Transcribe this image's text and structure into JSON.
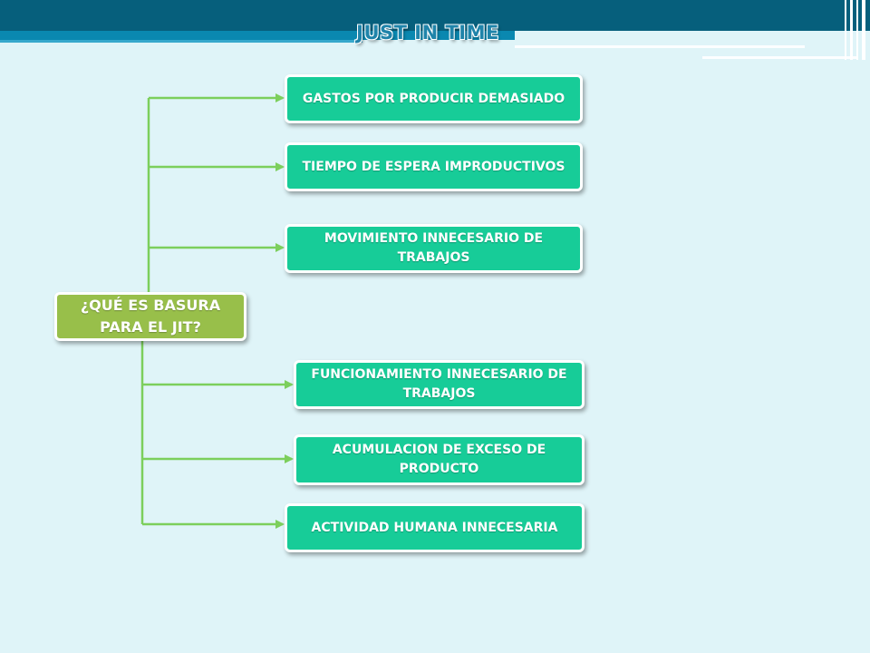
{
  "page": {
    "title": "JUST IN TIME"
  },
  "colors": {
    "background": "#dff4f8",
    "header": "#065f7c",
    "root_box": "#98bf4a",
    "leaf_box": "#17cc98",
    "connector": "#7ccf5c"
  },
  "diagram": {
    "root": {
      "label": "¿QUÉ ES BASURA PARA EL JIT?"
    },
    "items": [
      {
        "label": "GASTOS POR PRODUCIR DEMASIADO"
      },
      {
        "label": "TIEMPO DE ESPERA IMPRODUCTIVOS"
      },
      {
        "label": "MOVIMIENTO INNECESARIO DE TRABAJOS"
      },
      {
        "label": "FUNCIONAMIENTO INNECESARIO DE TRABAJOS"
      },
      {
        "label": "ACUMULACION DE EXCESO DE PRODUCTO"
      },
      {
        "label": "ACTIVIDAD HUMANA INNECESARIA"
      }
    ]
  }
}
